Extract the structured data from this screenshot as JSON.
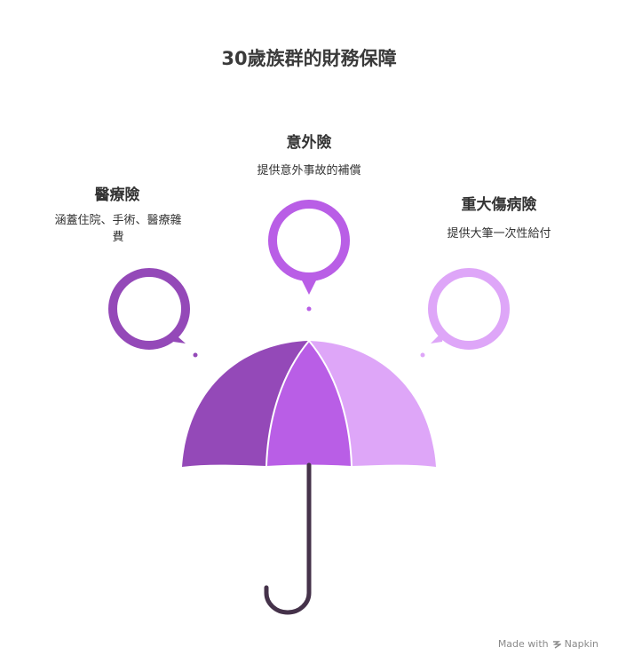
{
  "title": "30歲族群的財務保障",
  "items": [
    {
      "label": "醫療險",
      "description": "涵蓋住院、手術、醫療雜費",
      "color": "#9449b8"
    },
    {
      "label": "意外險",
      "description": "提供意外事故的補償",
      "color": "#b95ee6"
    },
    {
      "label": "重大傷病險",
      "description": "提供大筆一次性給付",
      "color": "#dea6f8"
    }
  ],
  "umbrella": {
    "handle_color": "#45324a"
  },
  "watermark": {
    "text": "Made with",
    "brand": "Napkin"
  }
}
